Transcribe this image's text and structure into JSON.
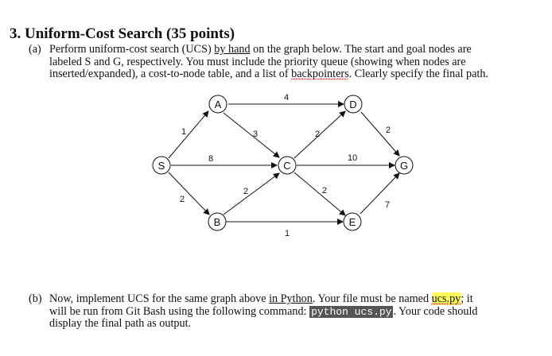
{
  "question": {
    "heading": "3. Uniform-Cost Search (35 points)",
    "part_a": {
      "label": "(a)",
      "text1": "Perform uniform-cost search (UCS) ",
      "link1": "by hand",
      "text2": " on the graph below. The start and goal nodes are",
      "line2": "labeled S and G, respectively. You must include the priority queue (showing when nodes are",
      "line3a": "inserted/expanded), a cost-to-node table, and a list of ",
      "line3b": "backpointers",
      "line3c": ". Clearly specify the final path."
    },
    "part_b": {
      "label": "(b)",
      "text1": "Now, implement UCS for the same graph above ",
      "link1": "in Python",
      "text2": ". Your file must be named ",
      "filename": "ucs.py",
      "text3": "; it",
      "line2a": "will be run from Git Bash using the following command: ",
      "command": "python ucs.py",
      "line2b": ". Your code should",
      "line3": "display the final path as output."
    }
  },
  "graph": {
    "nodes": {
      "S": "S",
      "A": "A",
      "B": "B",
      "C": "C",
      "D": "D",
      "E": "E",
      "G": "G"
    },
    "weights": {
      "SA": "1",
      "SB": "2",
      "SC": "8",
      "AD": "4",
      "AC": "3",
      "BC": "2",
      "BE": "1",
      "CD": "2",
      "CE": "2",
      "CG": "10",
      "DG": "2",
      "EG": "7"
    }
  }
}
